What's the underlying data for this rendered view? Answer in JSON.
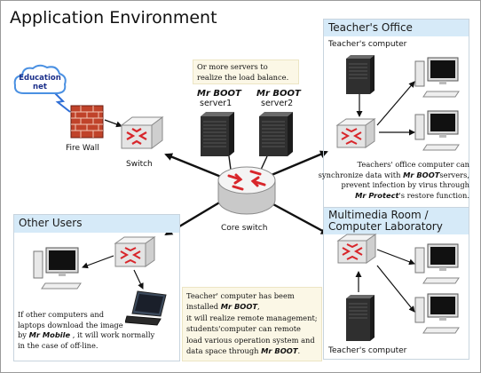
{
  "title": "Application Environment",
  "labels": {
    "education_net": [
      "Education",
      "net"
    ],
    "firewall": "Fire Wall",
    "switch": "Switch",
    "core_switch": "Core switch",
    "server1_name": "Mr BOOT",
    "server1_label": "server1",
    "server2_name": "Mr BOOT",
    "server2_label": "server2"
  },
  "notes": {
    "load_balance": "Or more servers to realize the load balance.",
    "teachers_office_sync": {
      "line1": "Teachers' office computer can",
      "line2_pre": "synchronize data with ",
      "line2_brand": "Mr BOOT",
      "line2_post": "servers,",
      "line3": "prevent infection by virus through",
      "line4_brand": "Mr Protect",
      "line4_post": "'s restore function."
    },
    "other_users": {
      "line1": "If other computers and",
      "line2": "laptops download the image",
      "line3_pre": "by ",
      "line3_brand": "Mr Mobile",
      "line3_post": " , it will work normally",
      "line4": "in the case of off-line."
    },
    "teacher_remote": {
      "line1": "Teacher' computer has beem",
      "line2_pre": "installed ",
      "line2_brand": "Mr BOOT",
      "line2_post": ",",
      "line3": "it will realize remote management;",
      "line4": "students'computer can remote",
      "line5": "load various operation system and",
      "line6_pre": "data space through ",
      "line6_brand": "Mr BOOT",
      "line6_post": "."
    }
  },
  "panels": {
    "teachers_office": {
      "title": "Teacher's Office",
      "subtitle": "Teacher's computer"
    },
    "other_users": {
      "title": "Other Users"
    },
    "multimedia": {
      "title_line1": "Multimedia Room /",
      "title_line2": "Computer Laboratory",
      "footer": "Teacher's computer"
    }
  },
  "colors": {
    "panel_header": "#d6eaf8",
    "note_background": "#fbf7e6",
    "switch_arrows": "#d8262b",
    "cloud_text": "#1b2f8a",
    "brick": "#c0432a"
  }
}
